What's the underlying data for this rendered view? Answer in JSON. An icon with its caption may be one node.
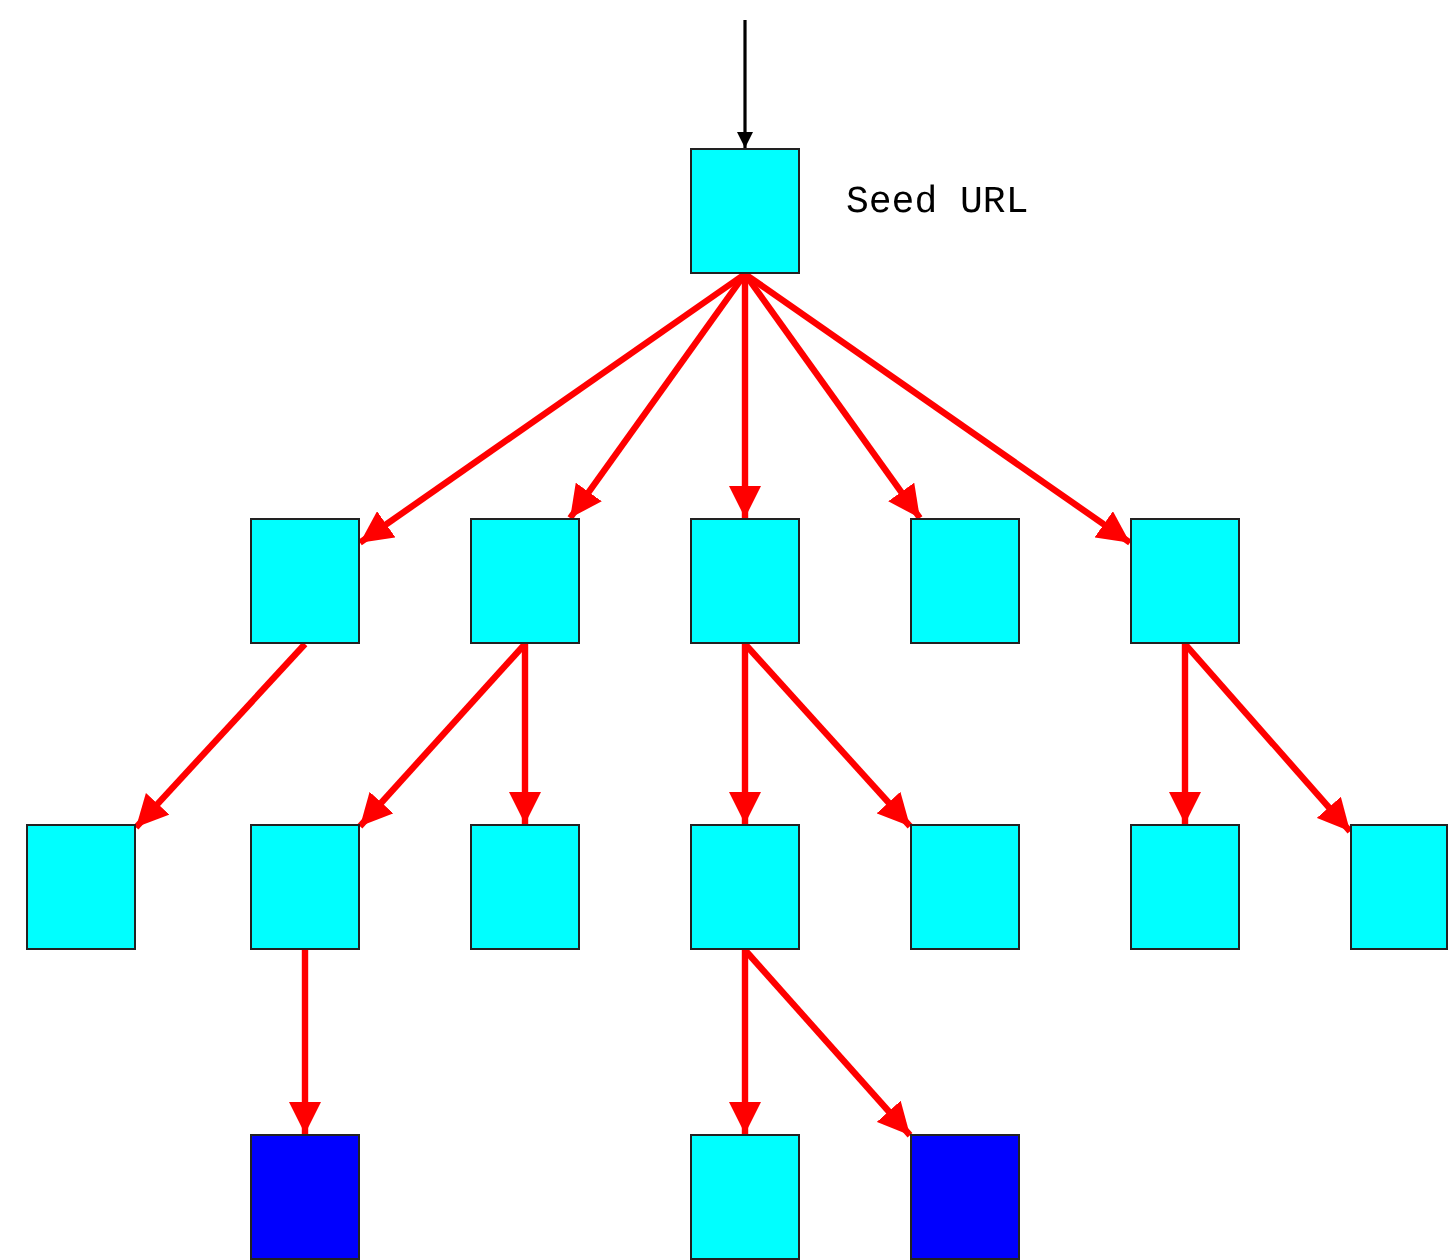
{
  "diagram": {
    "nodes": [
      {
        "text": [],
        "shape": "box",
        "beside": [
          "Seed URL"
        ]
      },
      {
        "text": [],
        "shape": "box"
      },
      {
        "text": [],
        "shape": "box"
      },
      {
        "text": [],
        "shape": "box"
      },
      {
        "text": [],
        "shape": "box"
      },
      {
        "text": [],
        "shape": "box"
      },
      {
        "text": [],
        "shape": "box"
      },
      {
        "text": [],
        "shape": "box"
      },
      {
        "text": [],
        "shape": "box"
      },
      {
        "text": [],
        "shape": "box"
      },
      {
        "text": [],
        "shape": "box"
      },
      {
        "text": [],
        "shape": "box"
      },
      {
        "text": [],
        "shape": "box"
      },
      {
        "text": [],
        "shape": "box"
      },
      {
        "text": [],
        "shape": "box"
      },
      {
        "text": [],
        "shape": "box"
      }
    ],
    "edges": [
      {
        "from": null,
        "to": 0,
        "arrow": "to",
        "color": "#000000"
      },
      {
        "from": 0,
        "to": 1,
        "arrow": "to"
      },
      {
        "from": 0,
        "to": 2,
        "arrow": "to"
      },
      {
        "from": 0,
        "to": 3,
        "arrow": "to"
      },
      {
        "from": 0,
        "to": 4,
        "arrow": "to"
      },
      {
        "from": 0,
        "to": 5,
        "arrow": "to"
      },
      {
        "from": 1,
        "to": 6,
        "arrow": "to"
      },
      {
        "from": 2,
        "to": 7,
        "arrow": "to"
      },
      {
        "from": 2,
        "to": 8,
        "arrow": "to"
      },
      {
        "from": 3,
        "to": 9,
        "arrow": "to"
      },
      {
        "from": 3,
        "to": 10,
        "arrow": "to"
      },
      {
        "from": 5,
        "to": 11,
        "arrow": "to"
      },
      {
        "from": 5,
        "to": 12,
        "arrow": "to"
      },
      {
        "from": 7,
        "to": 13,
        "arrow": "to"
      },
      {
        "from": 9,
        "to": 14,
        "arrow": "to"
      },
      {
        "from": 9,
        "to": 15,
        "arrow": "to"
      }
    ]
  }
}
